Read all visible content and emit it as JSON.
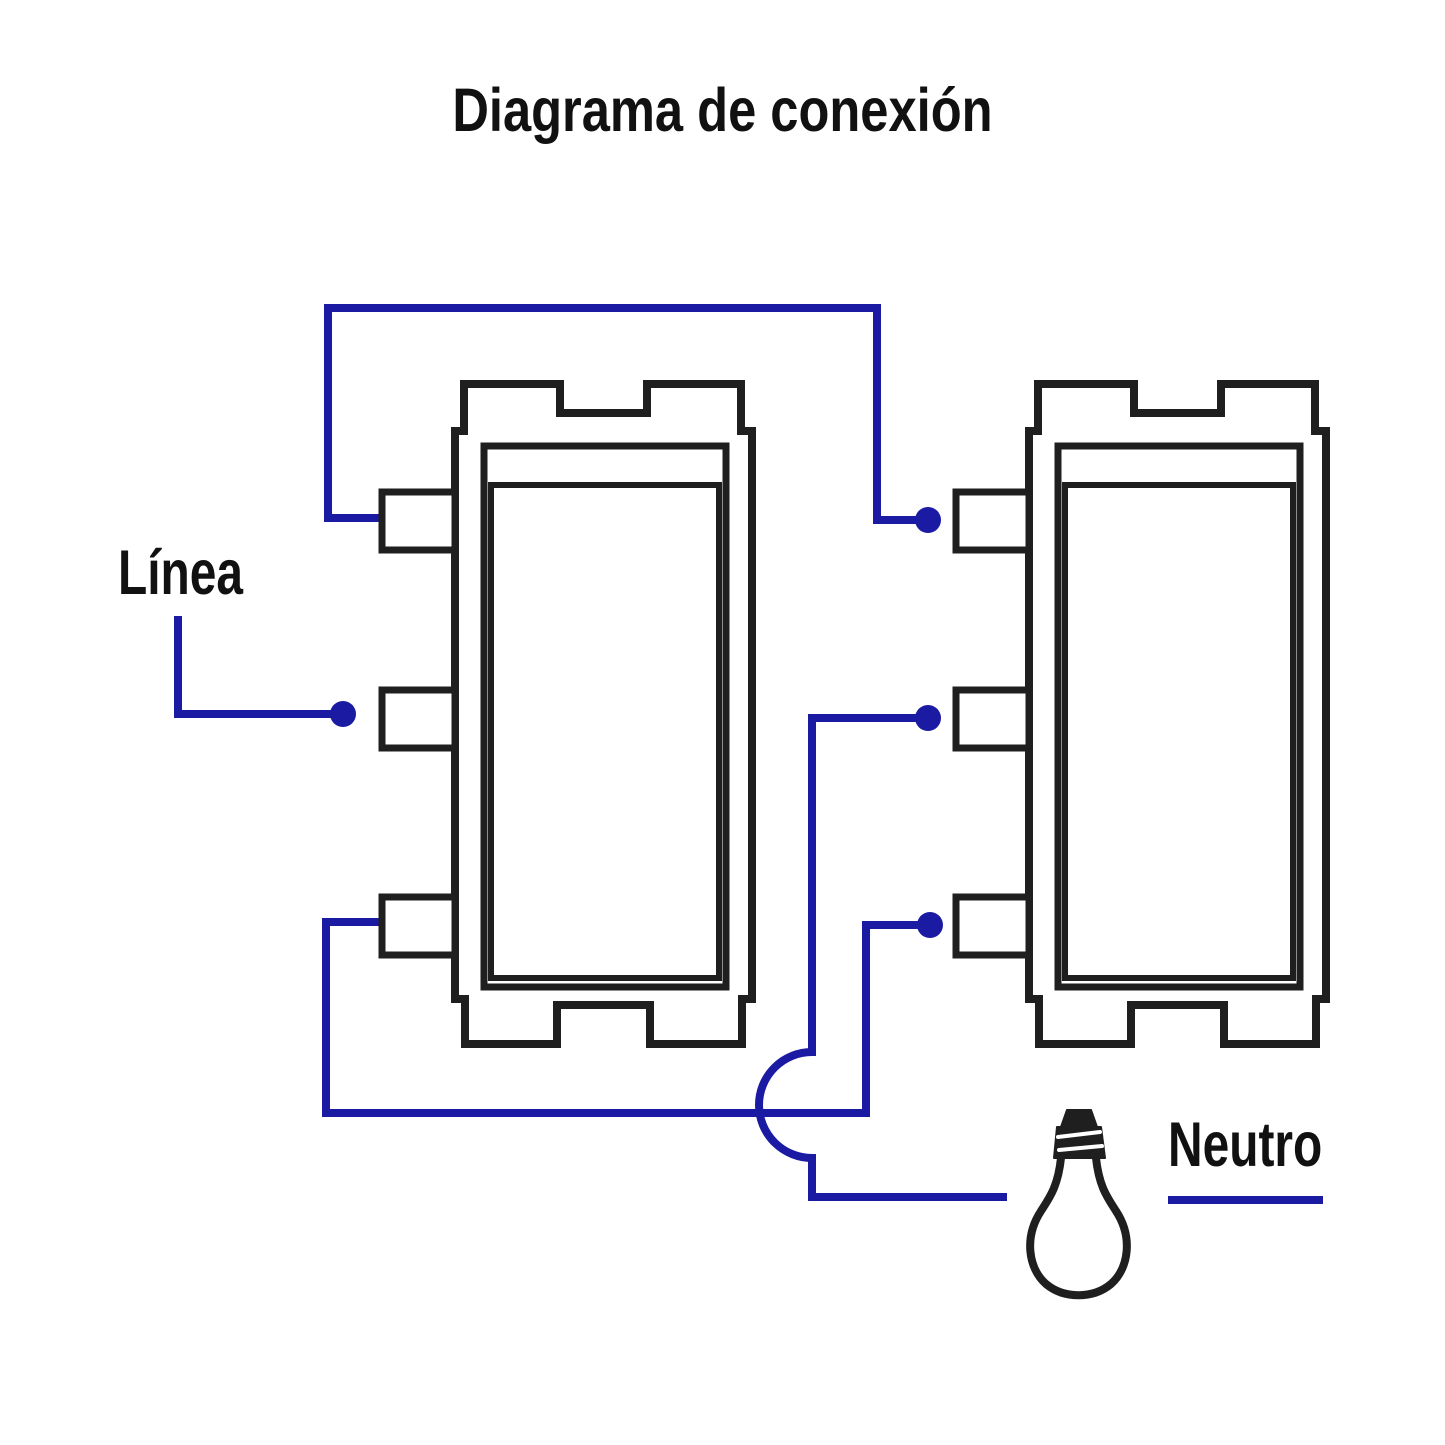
{
  "title": "Diagrama de conexión",
  "labels": {
    "linea": "Línea",
    "neutro": "Neutro"
  },
  "colors": {
    "background": "#ffffff",
    "wire": "#1b1aa2",
    "outline": "#1f1f1f",
    "text": "#111111"
  },
  "components": {
    "left_switch": "interruptor (módulo izquierdo)",
    "right_switch": "interruptor (módulo derecho)",
    "bulb": "foco"
  }
}
